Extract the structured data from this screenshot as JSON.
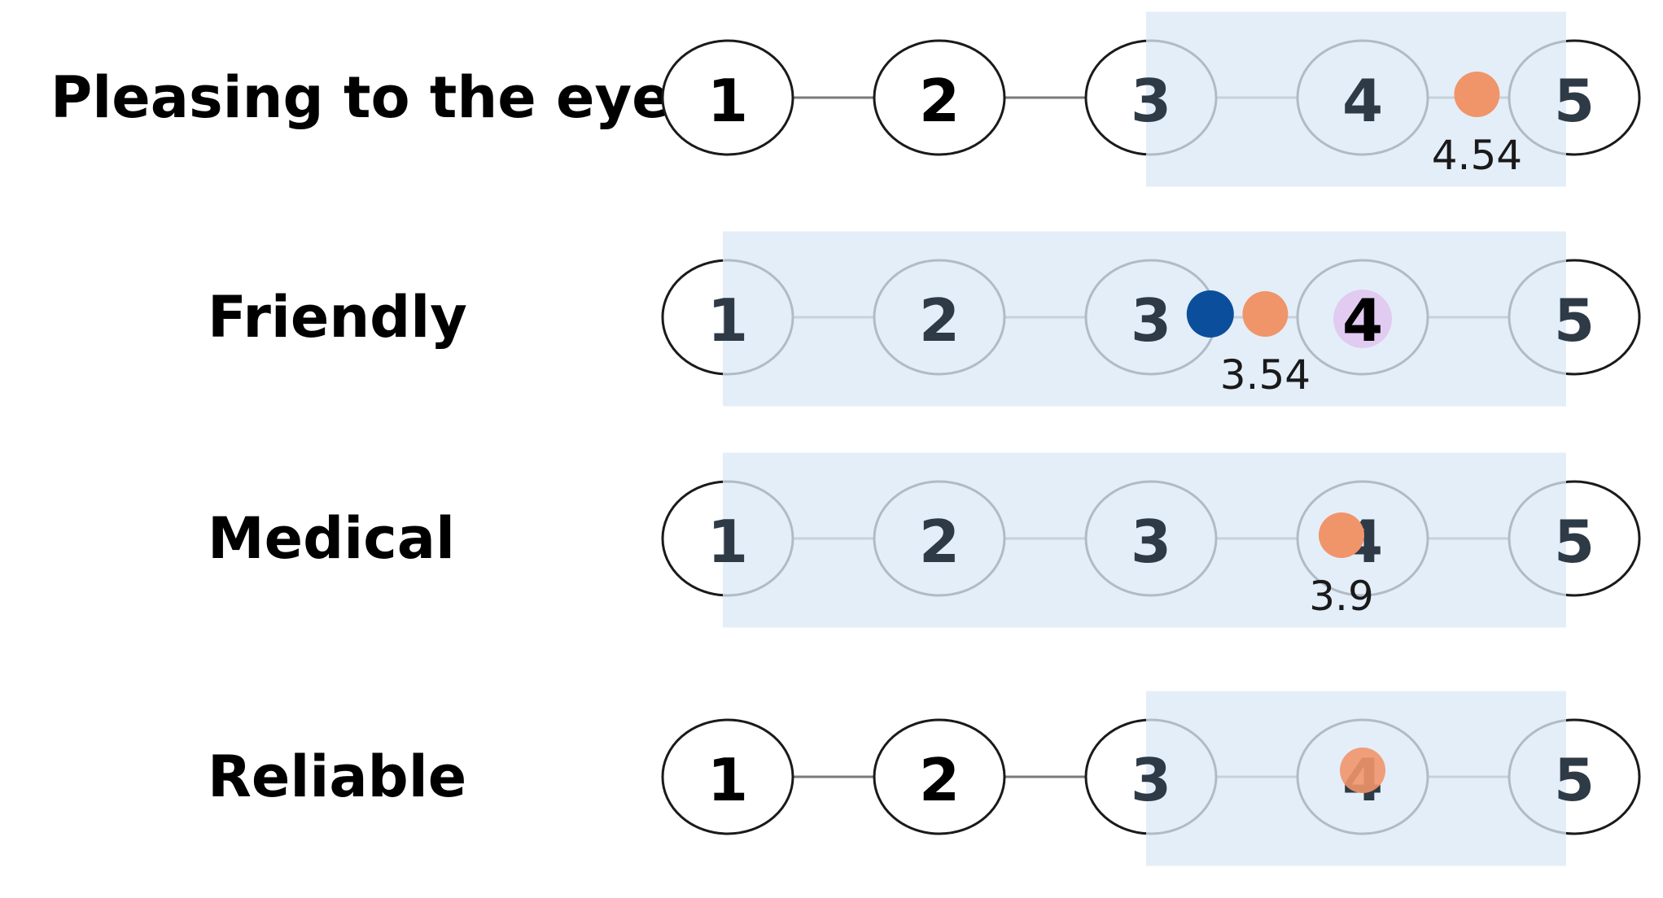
{
  "chart_data": {
    "type": "scatter",
    "scale": {
      "points": [
        "1",
        "2",
        "3",
        "4",
        "5"
      ],
      "min": 1,
      "max": 5
    },
    "colors": {
      "range_band": "#dde9f7",
      "mean_marker": "#f0956a",
      "blue_marker": "#0b4f9c",
      "pink_highlight": "#f261dc",
      "number_dark": "#000000",
      "number_shaded": "#2e3a46"
    },
    "rows": [
      {
        "label": "Pleasing to the eye",
        "range": [
          3,
          5
        ],
        "mean": 4.54,
        "mean_label": "4.54",
        "extra_markers": [],
        "highlight_point": null
      },
      {
        "label": "Friendly",
        "range": [
          1,
          5
        ],
        "mean": 3.54,
        "mean_label": "3.54",
        "extra_markers": [
          {
            "value": 3.28,
            "color": "blue"
          }
        ],
        "highlight_point": 4
      },
      {
        "label": "Medical",
        "range": [
          1,
          5
        ],
        "mean": 3.9,
        "mean_label": "3.9",
        "extra_markers": [],
        "highlight_point": null
      },
      {
        "label": "Reliable",
        "range": [
          3,
          5
        ],
        "mean": 4.0,
        "mean_label": "",
        "extra_markers": [],
        "highlight_point": null
      }
    ]
  }
}
